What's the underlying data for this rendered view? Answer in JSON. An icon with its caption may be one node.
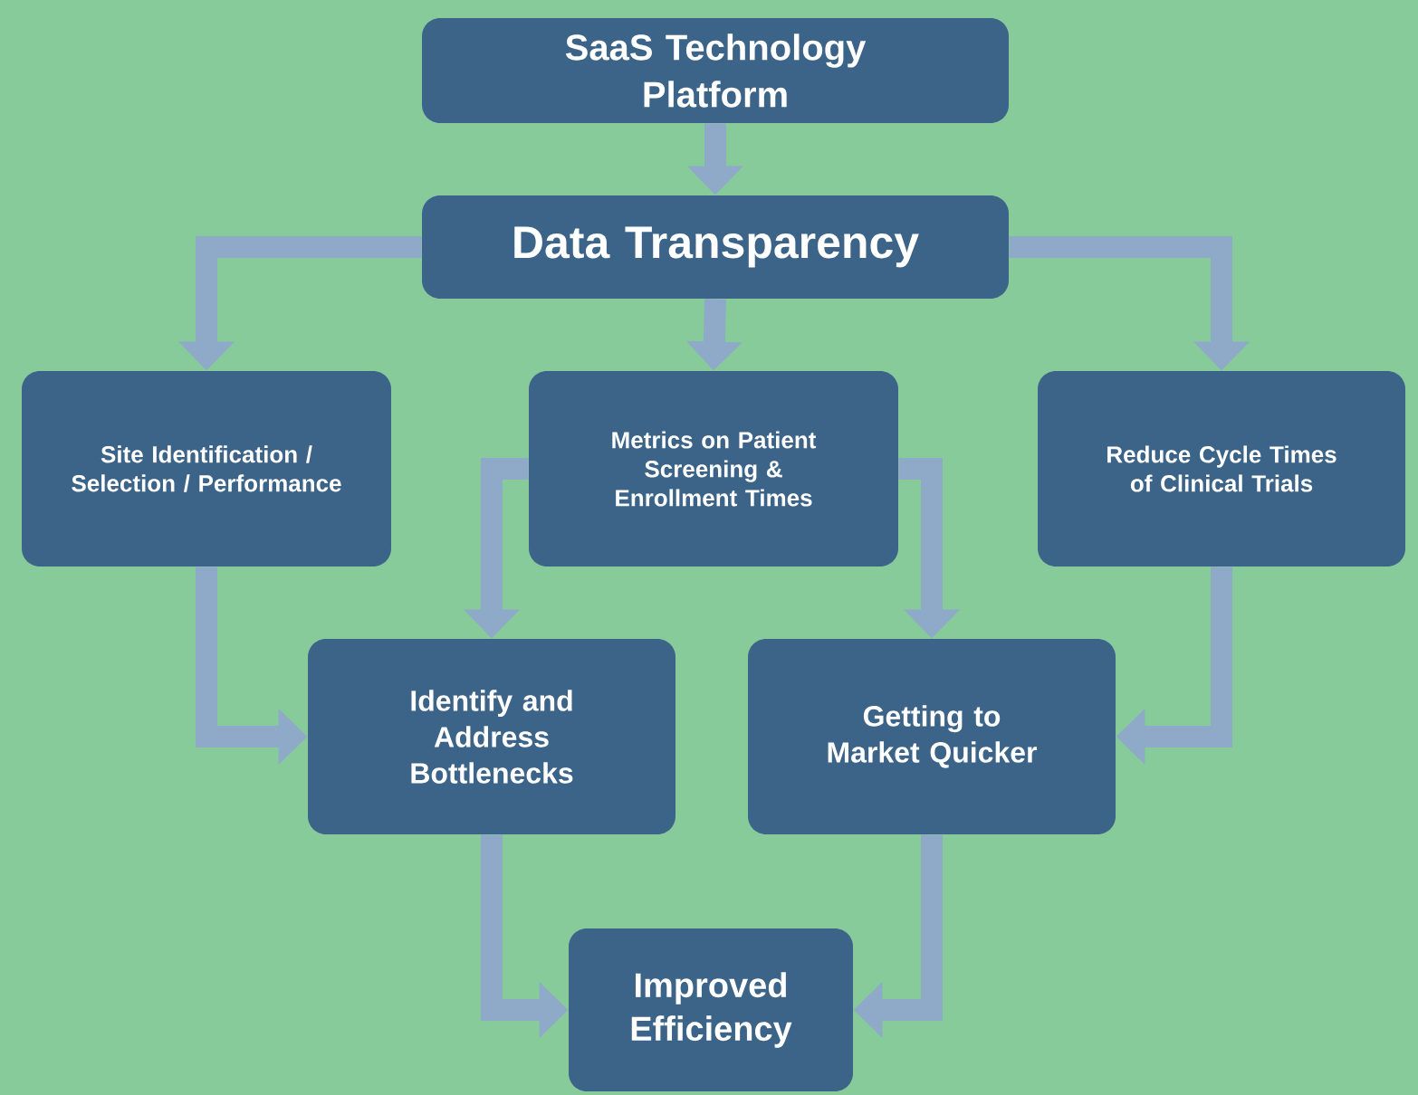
{
  "diagram": {
    "nodes": [
      {
        "text": [
          "SaaS Technology Platform"
        ]
      },
      {
        "text": [
          "Data Transparency"
        ]
      },
      {
        "text": [
          "Site Identification / Selection / Performance"
        ]
      },
      {
        "text": [
          "Metrics on Patient Screening & Enrollment Times"
        ]
      },
      {
        "text": [
          "Reduce Cycle Times of Clinical Trials"
        ]
      },
      {
        "text": [
          "Identify and Address Bottlenecks"
        ]
      },
      {
        "text": [
          "Getting to Market Quicker"
        ]
      },
      {
        "text": [
          "Improved Efficiency"
        ]
      }
    ],
    "edges": [
      {
        "from": 0,
        "to": 1,
        "arrow": "to"
      },
      {
        "from": 1,
        "to": 2,
        "arrow": "to"
      },
      {
        "from": 1,
        "to": 3,
        "arrow": "to"
      },
      {
        "from": 1,
        "to": 4,
        "arrow": "to"
      },
      {
        "from": 2,
        "to": 5,
        "arrow": "to"
      },
      {
        "from": 3,
        "to": 5,
        "arrow": "to"
      },
      {
        "from": 3,
        "to": 6,
        "arrow": "to"
      },
      {
        "from": 4,
        "to": 6,
        "arrow": "to"
      },
      {
        "from": 5,
        "to": 7,
        "arrow": "to"
      },
      {
        "from": 6,
        "to": 7,
        "arrow": "to"
      }
    ]
  }
}
